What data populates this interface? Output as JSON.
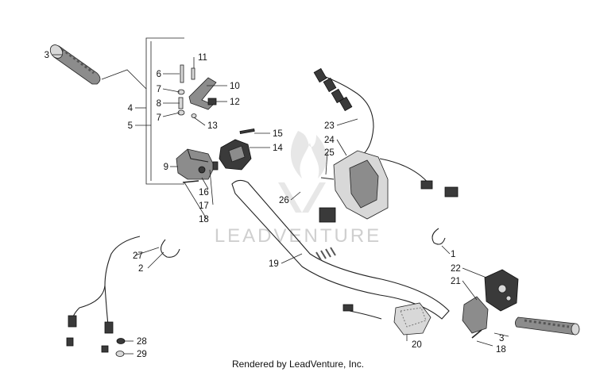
{
  "watermark": "LEADVENTURE",
  "footer": "Rendered by LeadVenture, Inc.",
  "callouts": [
    "3",
    "11",
    "6",
    "10",
    "7",
    "8",
    "12",
    "4",
    "7",
    "5",
    "13",
    "15",
    "14",
    "9",
    "16",
    "17",
    "18",
    "23",
    "24",
    "25",
    "26",
    "27",
    "2",
    "19",
    "1",
    "22",
    "21",
    "3",
    "18",
    "20",
    "28",
    "29"
  ]
}
